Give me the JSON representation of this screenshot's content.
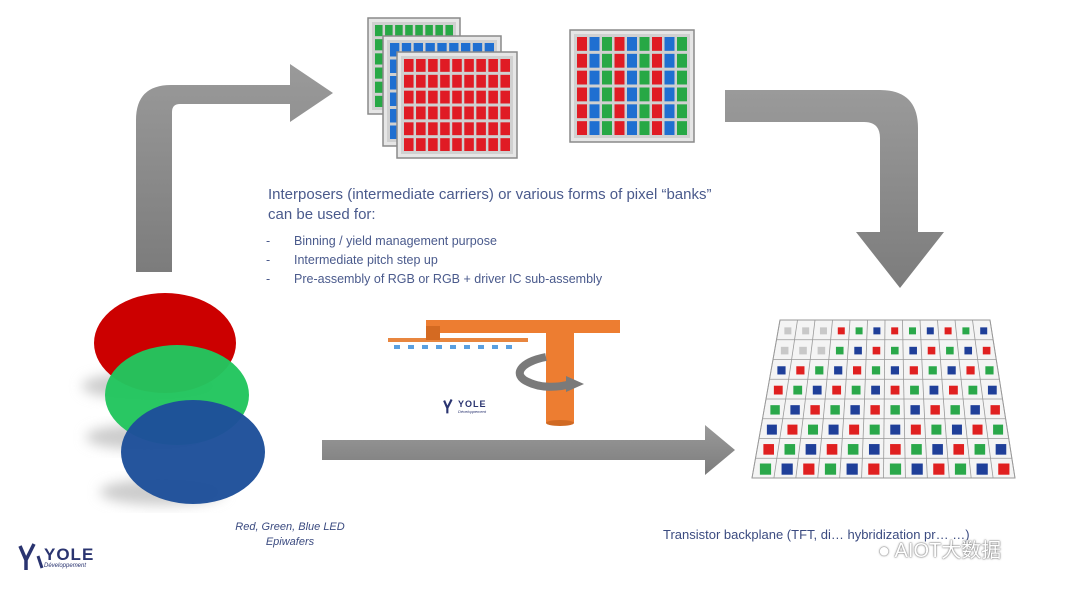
{
  "annotation": {
    "heading_line1": "Interposers (intermediate carriers) or various forms of pixel “banks”",
    "heading_line2": "can be used for:",
    "bullets": [
      "Binning / yield management purpose",
      "Intermediate pitch step up",
      "Pre-assembly of RGB or RGB + driver IC sub-assembly"
    ],
    "bullet_marker": "-"
  },
  "captions": {
    "led_line1": "Red, Green, Blue LED",
    "led_line2": "Epiwafers",
    "backplane": "Transistor backplane (TFT, di… hybridization pr… …)"
  },
  "logos": {
    "main_word": "YOLE",
    "main_sub": "Développement",
    "small_word": "YOLE",
    "small_sub": "Développement"
  },
  "watermark": "AIOT大数据",
  "colors": {
    "red": "#e01b24",
    "green": "#27a845",
    "blue": "#1f6fd1",
    "arrow": "#8c8c8c",
    "panel_frame": "#c4c4c4",
    "wafer_red": "#cc0000",
    "wafer_green": "#22c55e",
    "wafer_blue": "#1e4f9a",
    "tool_orange": "#ed7d31",
    "text": "#4a5a8c"
  },
  "icons": {
    "wafer_stack": "rgb-led-epiwafers",
    "panel_stack": "interposer-pixel-bank-stack",
    "panel_single": "interposer-pixel-bank",
    "backplane": "transistor-backplane-grid",
    "transfer_tool": "pick-and-place-transfer-head",
    "rotation": "rotation-arrow-icon"
  }
}
